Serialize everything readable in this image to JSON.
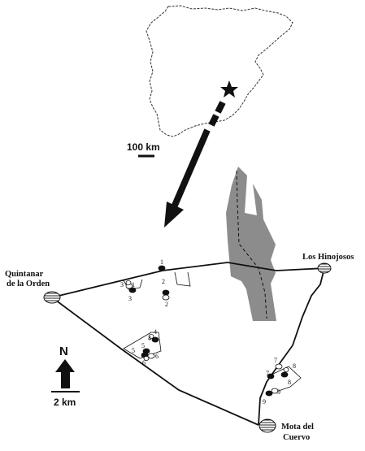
{
  "labels": {
    "scale_large": "100 km",
    "scale_small": "2 km",
    "north": "N"
  },
  "towns": [
    {
      "id": "quintanar",
      "lines": [
        "Quintanar",
        "de la Orden"
      ]
    },
    {
      "id": "hinojosos",
      "lines": [
        "Los  Hinojosos"
      ]
    },
    {
      "id": "mota",
      "lines": [
        "Mota del",
        "Cuervo"
      ]
    }
  ],
  "site_numbers": [
    "1",
    "1",
    "3",
    "3",
    "2",
    "2",
    "4",
    "4",
    "5",
    "5",
    "6",
    "6",
    "7",
    "7",
    "8",
    "8",
    "9",
    "9"
  ],
  "icons": {
    "location": "star-icon",
    "north": "north-arrow-icon",
    "pointer": "zoom-arrow-icon"
  },
  "colors": {
    "ink": "#111111",
    "river_zone": "#8c8c8c",
    "map_outline": "#333333"
  }
}
